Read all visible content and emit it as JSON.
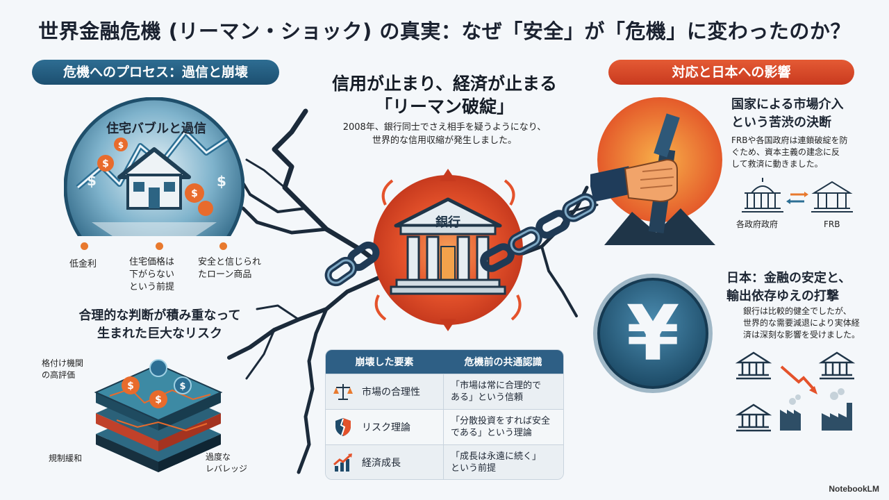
{
  "title": "世界金融危機 (リーマン・ショック) の真実：なぜ「安全」が「危機」に変わったのか？",
  "left": {
    "header": "危機へのプロセス：過信と崩壊",
    "bubble_label": "住宅バブルと過信",
    "factors": [
      {
        "label": "低金利"
      },
      {
        "label": "住宅価格は下がらないという前提",
        "lines": [
          "住宅価格は",
          "下がらない",
          "という前提"
        ]
      },
      {
        "label": "安全と信じられたローン商品",
        "lines": [
          "安全と信じられ",
          "たローン商品"
        ]
      }
    ],
    "risk_heading_lines": [
      "合理的な判断が積み重なって",
      "生まれた巨大なリスク"
    ],
    "risk_labels": {
      "rating": [
        "格付け機関",
        "の高評価"
      ],
      "deregulation": "規制緩和",
      "leverage": [
        "過度な",
        "レバレッジ"
      ]
    }
  },
  "center": {
    "heading_lines": [
      "信用が止まり、経済が止まる",
      "「リーマン破綻」"
    ],
    "desc_lines": [
      "2008年、銀行同士でさえ相手を疑うようになり、",
      "世界的な信用収縮が発生しました。"
    ],
    "bank_label": "銀行",
    "table": {
      "headers": [
        "崩壊した要素",
        "危機前の共通認識"
      ],
      "rows": [
        {
          "icon": "scales-icon",
          "element": "市場の合理性",
          "belief": [
            "「市場は常に合理的で",
            "ある」という信頼"
          ]
        },
        {
          "icon": "broken-shield-icon",
          "element": "リスク理論",
          "belief": [
            "「分散投資をすれば安全",
            "である」という理論"
          ]
        },
        {
          "icon": "growth-chart-icon",
          "element": "経済成長",
          "belief": [
            "「成長は永遠に続く」",
            "という前提"
          ]
        }
      ]
    }
  },
  "right": {
    "header": "対応と日本への影響",
    "intervention_heading_lines": [
      "国家による市場介入",
      "という苦渋の決断"
    ],
    "intervention_desc_lines": [
      "FRBや各国政府は連鎖破綻を防",
      "ぐため、資本主義の建念に反",
      "して救済に動きました。"
    ],
    "government_label": "各政府政府",
    "frb_label": "FRB",
    "japan_heading_lines": [
      "日本：金融の安定と、",
      "輸出依存ゆえの打撃"
    ],
    "japan_desc_lines": [
      "銀行は比較的健全でしたが、",
      "世界的な需要減退により実体経",
      "済は深刻な影響を受けました。"
    ],
    "yen_symbol": "¥"
  },
  "footer": "NotebookLM",
  "colors": {
    "navy": "#1c4f70",
    "orange_red": "#d9441f",
    "accent_orange": "#e8792e",
    "crack": "#1b2a3a"
  }
}
